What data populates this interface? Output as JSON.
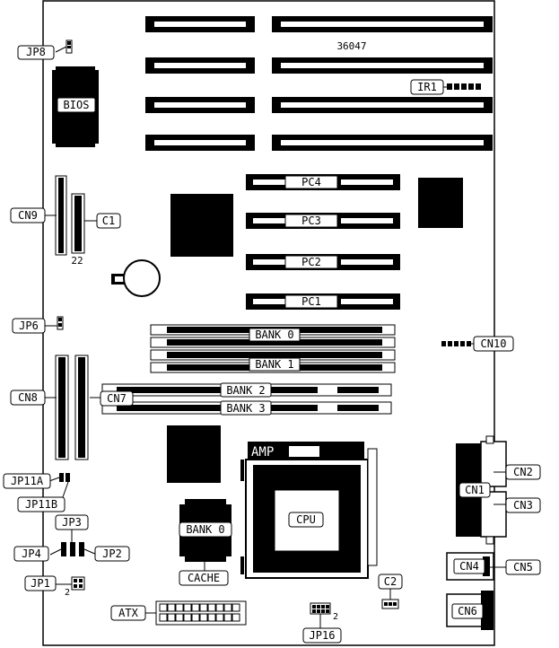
{
  "board_id": "36047",
  "labels": {
    "jp8": "JP8",
    "bios": "BIOS",
    "ir1": "IR1",
    "cn9": "CN9",
    "c1": "C1",
    "pin22": "22",
    "pc4": "PC4",
    "pc3": "PC3",
    "pc2": "PC2",
    "pc1": "PC1",
    "jp6": "JP6",
    "cn10": "CN10",
    "bank0_top": "BANK 0",
    "bank1": "BANK 1",
    "cn8": "CN8",
    "cn7": "CN7",
    "bank2": "BANK 2",
    "bank3": "BANK 3",
    "amp": "AMP",
    "cn2": "CN2",
    "cn1": "CN1",
    "cn3": "CN3",
    "jp11a": "JP11A",
    "jp11b": "JP11B",
    "cpu": "CPU",
    "jp3": "JP3",
    "bank0_cache": "BANK 0",
    "jp4": "JP4",
    "jp2": "JP2",
    "cn4": "CN4",
    "cn5": "CN5",
    "cache": "CACHE",
    "jp1": "JP1",
    "pin2_jp1": "2",
    "c2": "C2",
    "cn6": "CN6",
    "atx": "ATX",
    "pin2_jp16": "2",
    "jp16": "JP16"
  }
}
